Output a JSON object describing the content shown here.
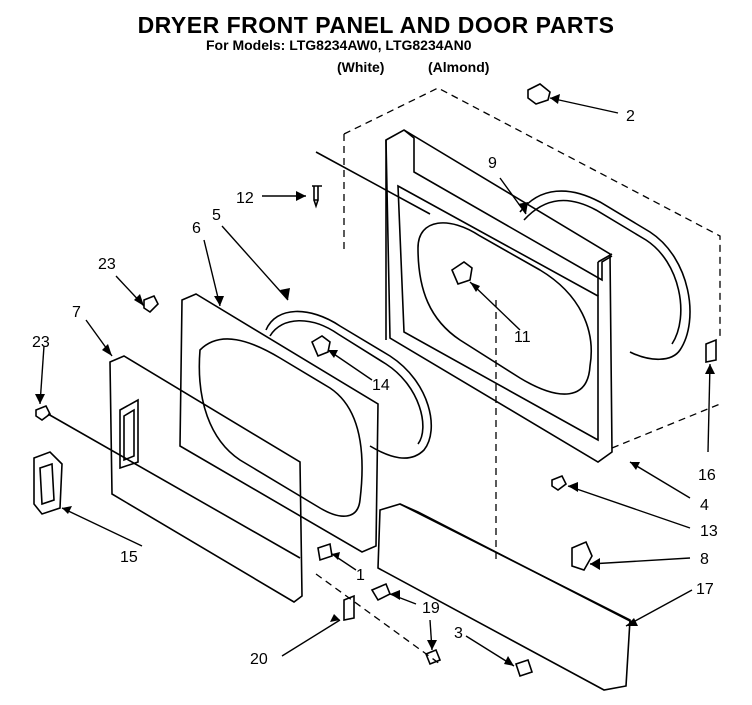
{
  "header": {
    "title": "DRYER FRONT PANEL AND DOOR PARTS",
    "models": "For Models: LTG8234AW0, LTG8234AN0",
    "variant_1": "(White)",
    "variant_2": "(Almond)"
  },
  "callouts": [
    "2",
    "9",
    "12",
    "5",
    "6",
    "23",
    "7",
    "11",
    "23",
    "14",
    "16",
    "4",
    "13",
    "15",
    "8",
    "1",
    "17",
    "19",
    "3",
    "20"
  ]
}
